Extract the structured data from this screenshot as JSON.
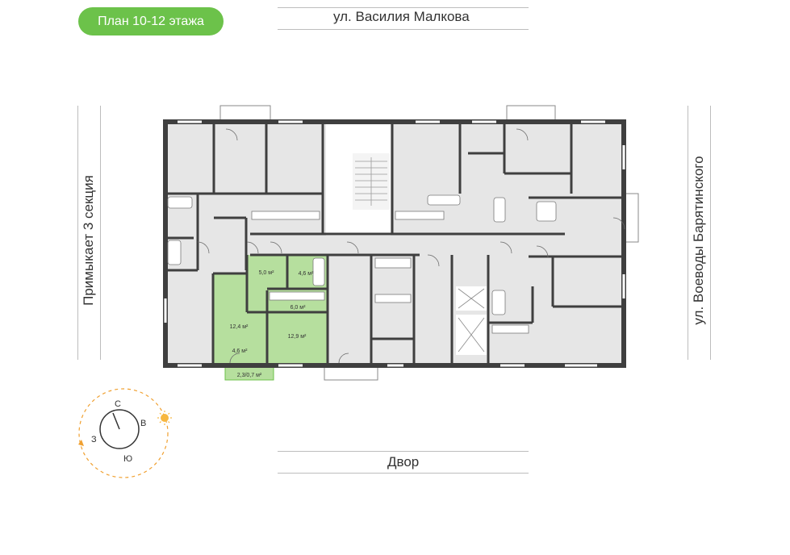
{
  "title": {
    "label": "План 10-12 этажа"
  },
  "streets": {
    "top": "ул. Василия Малкова",
    "bottom": "Двор",
    "left": "Примыкает 3 секция",
    "right": "ул. Воеводы Барятинского"
  },
  "apartment": {
    "rooms": [
      {
        "name": "room-a",
        "area": "12,4 м²"
      },
      {
        "name": "room-b",
        "area": "12,9 м²"
      },
      {
        "name": "hall",
        "area": "5,0 м²"
      },
      {
        "name": "bath",
        "area": "4,6 м²"
      },
      {
        "name": "kitchen",
        "area": "6,0 м²"
      },
      {
        "name": "corridor",
        "area": "4,6 м²"
      },
      {
        "name": "balcony",
        "area": "2,3/0,7 м²"
      }
    ]
  },
  "compass": {
    "north": "С",
    "east": "В",
    "south": "Ю",
    "west": "З"
  },
  "colors": {
    "accent": "#6cc24a",
    "highlight": "#b6df9e",
    "room": "#e6e6e6",
    "wall": "#3f3f3f"
  }
}
